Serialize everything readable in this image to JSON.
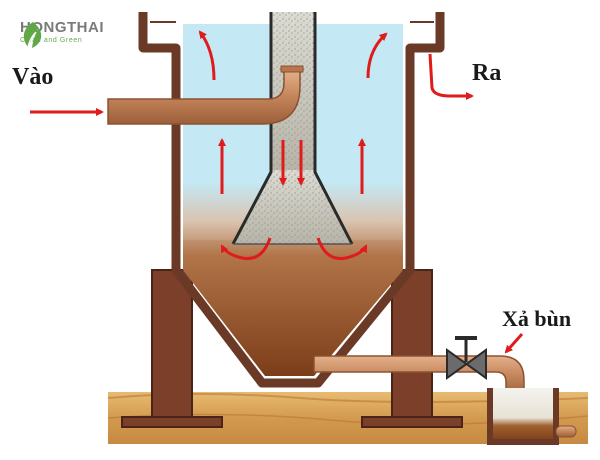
{
  "logo": {
    "name": "HONGTHAI",
    "tagline": "Clean and Green"
  },
  "labels": {
    "inlet": "Vào",
    "outlet": "Ra",
    "sludge_discharge": "Xả bùn"
  },
  "colors": {
    "tank_wall": "#6b3a26",
    "water": "#bfe6f3",
    "sludge": "#8b4a22",
    "pipe": "#c98a60",
    "flow_arrow": "#e01b1b",
    "ground": "#d9a35a",
    "logo_green": "#5fa845"
  },
  "icons": [
    "leaf-logo-icon",
    "flow-arrow-icon",
    "valve-icon"
  ]
}
